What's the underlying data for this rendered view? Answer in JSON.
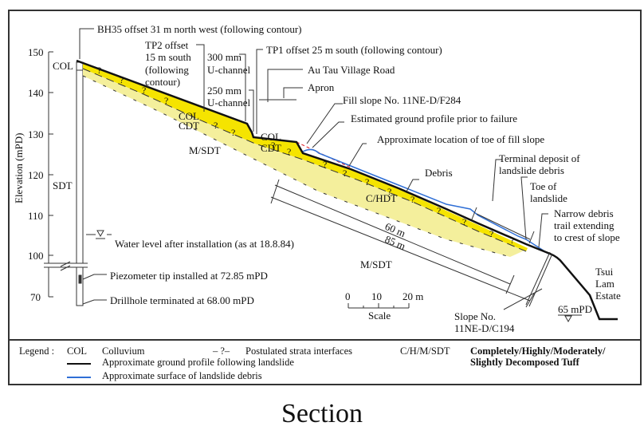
{
  "figure": {
    "caption": "Section",
    "y_axis": {
      "label": "Elevation (mPD)",
      "ticks": [
        "150",
        "140",
        "130",
        "120",
        "110",
        "100",
        "70"
      ]
    },
    "annotations": {
      "bh35": "BH35 offset 31 m north west (following contour)",
      "tp2_line1": "TP2 offset",
      "tp2_line2": "15 m south",
      "tp2_line3": "(following",
      "tp2_line4": "contour)",
      "channel300_line1": "300 mm",
      "channel300_line2": "U-channel",
      "channel250_line1": "250 mm",
      "channel250_line2": "U-channel",
      "tp1": "TP1 offset 25 m south (following contour)",
      "road": "Au Tau Village Road",
      "apron": "Apron",
      "fill_slope": "Fill slope No. 11NE-D/F284",
      "est_profile": "Estimated ground profile prior to failure",
      "toe_fill": "Approximate location of toe of fill slope",
      "terminal_line1": "Terminal deposit of",
      "terminal_line2": "landslide debris",
      "debris": "Debris",
      "toe_line1": "Toe of",
      "toe_line2": "landslide",
      "narrow_line1": "Narrow debris",
      "narrow_line2": "trail extending",
      "narrow_line3": "to crest of slope",
      "water_level": "Water level after installation (as at 18.8.84)",
      "piezometer": "Piezometer tip installed at 72.85 mPD",
      "drillhole": "Drillhole terminated at 68.00 mPD",
      "slope_line1": "Slope No.",
      "slope_line2": "11NE-D/C194",
      "tsui1": "Tsui",
      "tsui2": "Lam",
      "tsui3": "Estate",
      "mpd65": "65 mPD",
      "dim60": "60 m",
      "dim85": "85 m"
    },
    "strata_labels": {
      "col_top": "COL",
      "sdt": "SDT",
      "col_mid": "COL",
      "cdt_mid": "CDT",
      "col_road": "COL",
      "cdt_road": "CDT",
      "msdt_upper": "M/SDT",
      "chdt": "C/HDT",
      "msdt_lower": "M/SDT",
      "q": "?"
    },
    "scale": {
      "ticks": [
        "0",
        "10",
        "20 m"
      ],
      "label": "Scale"
    },
    "legend": {
      "title": "Legend :",
      "col_abbr": "COL",
      "col_desc": "Colluvium",
      "ground_desc": "Approximate ground profile following landslide",
      "debris_desc": "Approximate surface of landslide debris",
      "strata_symbol": "– ?–",
      "strata_desc": "Postulated strata interfaces",
      "tuff_abbr": "C/H/M/SDT",
      "tuff_desc1": "Completely/Highly/Moderately/",
      "tuff_desc2": "Slightly Decomposed Tuff"
    },
    "colors": {
      "col_fill": "#f5e400",
      "cdt_fill": "#f4ef9c",
      "debris_line": "#2f6fd6",
      "pre_failure": "#e0323a",
      "ground": "#111111"
    }
  }
}
